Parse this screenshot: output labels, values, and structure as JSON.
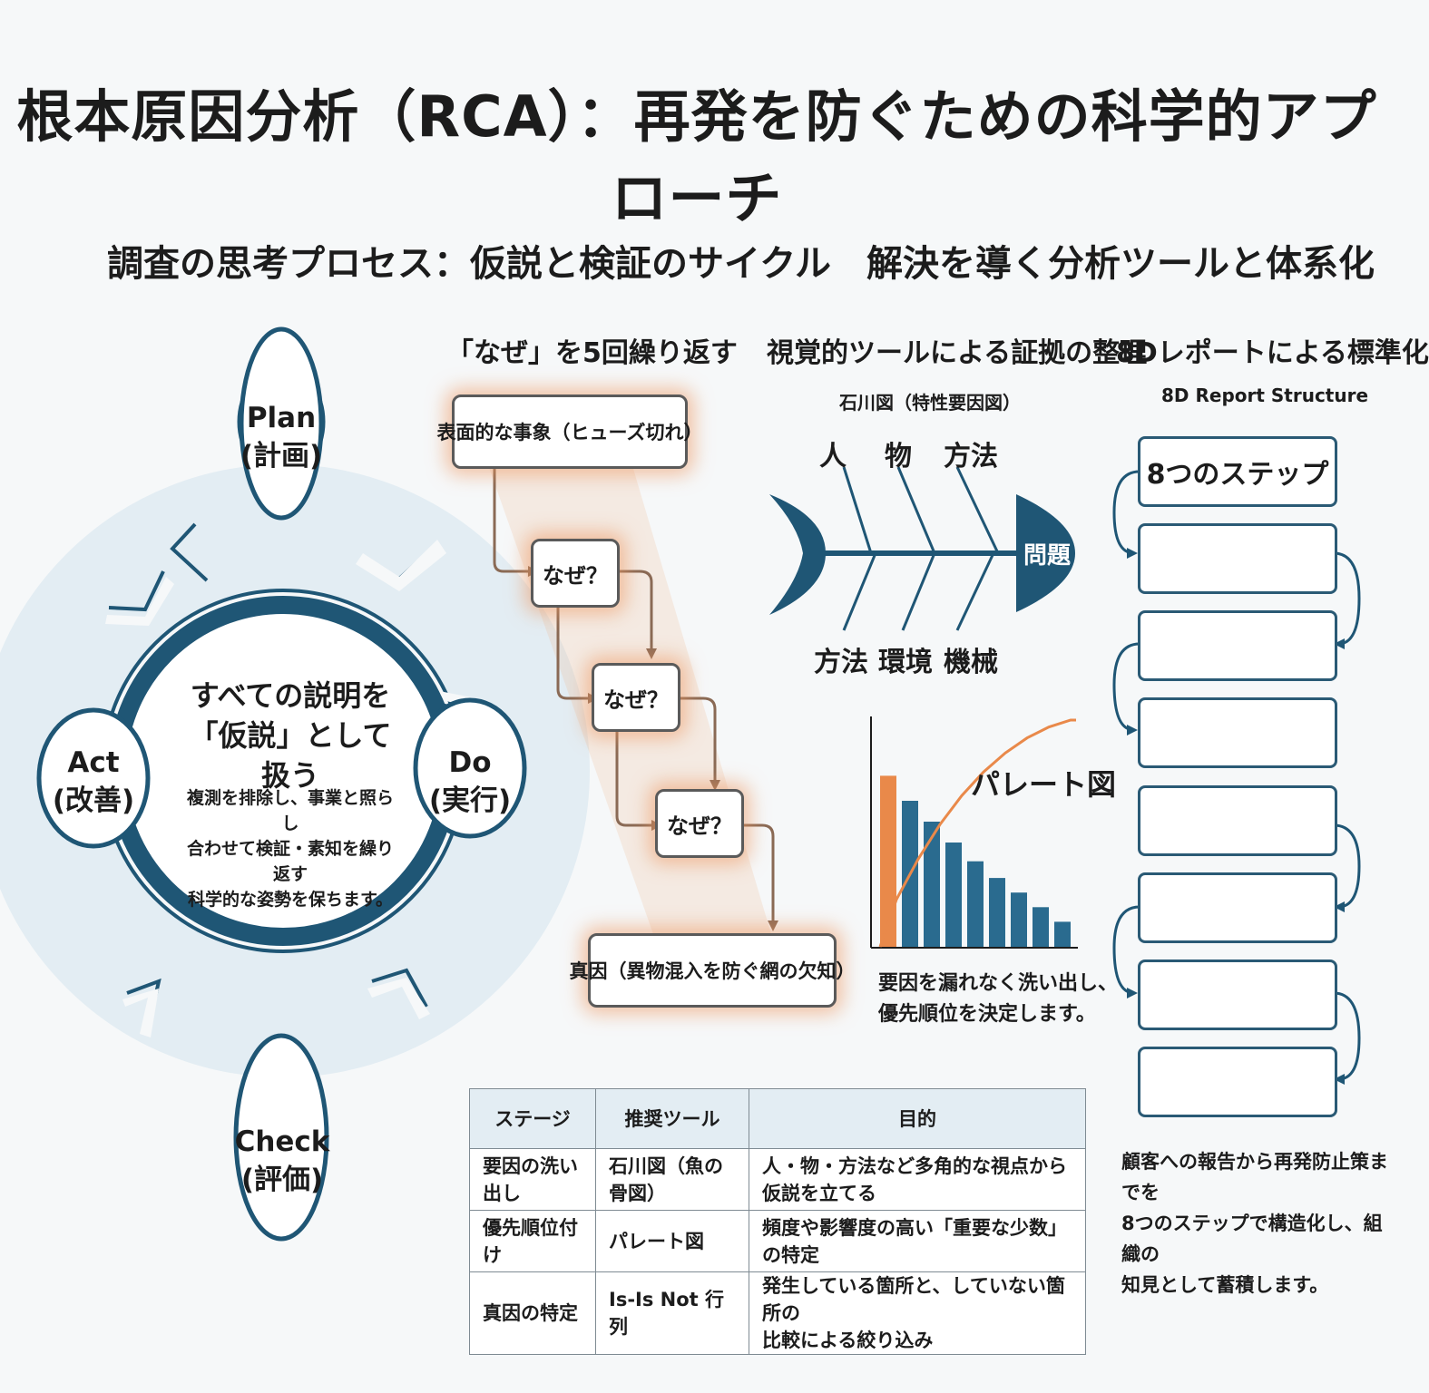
{
  "title": "根本原因分析（RCA）：再発を防ぐための科学的アプローチ",
  "left_section": {
    "heading": "調査の思考プロセス：仮説と検証のサイクル",
    "center": {
      "line1": "すべての説明を",
      "line2": "「仮説」として扱う",
      "desc": [
        "複測を排除し、事業と照らし",
        "合わせて検証・素知を繰り返す",
        "科学的な姿勢を保ちます。"
      ]
    },
    "pdca": [
      {
        "en": "Plan",
        "jp": "(計画)"
      },
      {
        "en": "Do",
        "jp": "(実行)"
      },
      {
        "en": "Check",
        "jp": "(評価)"
      },
      {
        "en": "Act",
        "jp": "(改善)"
      }
    ]
  },
  "five_whys": {
    "heading": "「なぜ」を5回繰り返す",
    "start": "表面的な事象（ヒューズ切れ）",
    "whys": [
      "なぜ？",
      "なぜ？",
      "なぜ？"
    ],
    "end": "真因（異物混入を防ぐ網の欠知）"
  },
  "right_section": {
    "heading": "解決を導く分析ツールと体系化",
    "visual_tools": {
      "heading": "視覚的ツールによる証拠の整理",
      "fishbone_title": "石川図（特性要因図）",
      "top_labels": [
        "人",
        "物",
        "方法"
      ],
      "bottom_labels": [
        "方法",
        "環境",
        "機械"
      ],
      "head_label": "問題",
      "pareto_title": "パレート図",
      "pareto_desc": [
        "要因を漏れなく洗い出し、",
        "優先順位を決定します。"
      ]
    },
    "eight_d": {
      "heading": "8Dレポートによる標準化",
      "subheading": "8D Report Structure",
      "first_box": "8つのステップ",
      "desc": [
        "顧客への報告から再発防止策までを",
        "8つのステップで構造化し、組織の",
        "知見として蓄積します。"
      ]
    }
  },
  "table": {
    "headers": [
      "ステージ",
      "推奨ツール",
      "目的"
    ],
    "rows": [
      {
        "stage": "要因の洗い出し",
        "tool": "石川図（魚の骨図）",
        "purpose": "人・物・方法など多角的な視点から仮説を立てる"
      },
      {
        "stage": "優先順位付け",
        "tool": "パレート図",
        "purpose": "頻度や影響度の高い「重要な少数」の特定"
      },
      {
        "stage": "真因の特定",
        "tool": "Is-Is Not 行列",
        "purpose": "発生している箇所と、していない箇所の\n比較による絞り込み"
      }
    ]
  },
  "chart_data": {
    "type": "bar",
    "title": "パレート図",
    "values": [
      82,
      70,
      60,
      50,
      41,
      33,
      26,
      19,
      12
    ],
    "highlight_index": 0,
    "cumulative_line": true
  },
  "colors": {
    "navy": "#1f5675",
    "light_blue": "#e3edf3",
    "orange": "#e9894a",
    "bar_blue": "#2a6b8f"
  }
}
